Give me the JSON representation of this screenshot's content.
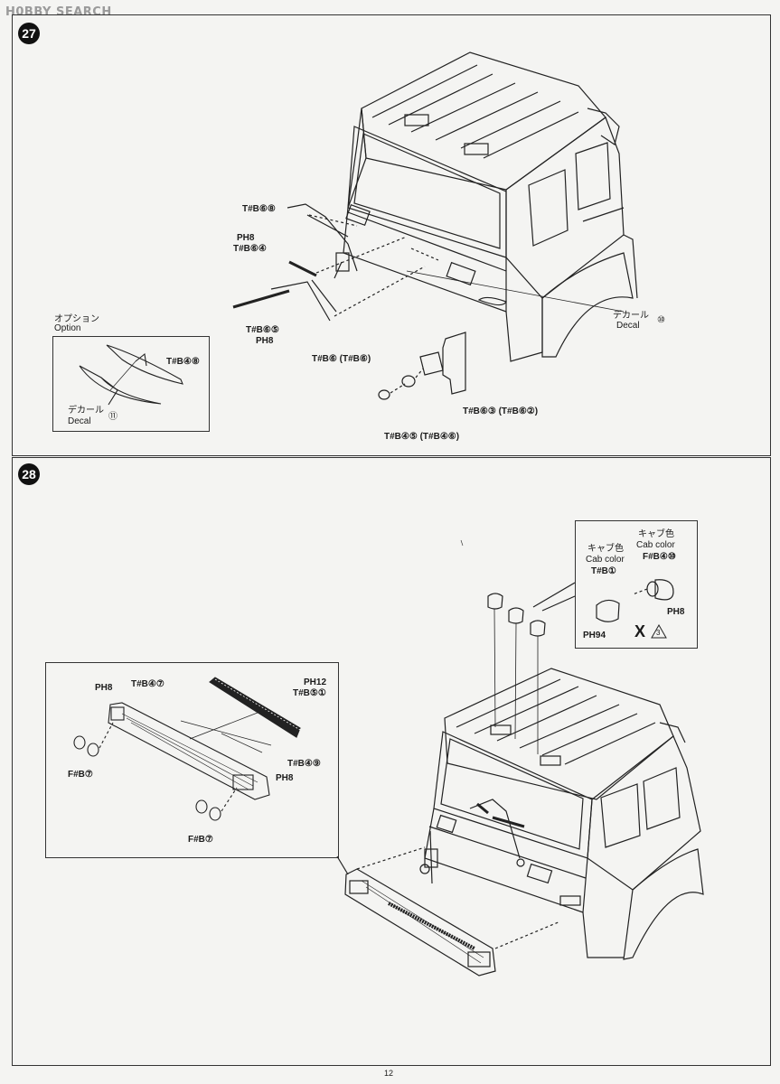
{
  "watermark": "H0BBY SEARCH",
  "page_number": "12",
  "step27": {
    "number": "27",
    "labels": {
      "tb68": "T#B⑥⑧",
      "ph8_a": "PH8",
      "tb64": "T#B⑥④",
      "tb65": "T#B⑥⑤",
      "ph8_b": "PH8",
      "decal_jp": "デカール",
      "decal_en": "Decal",
      "decal_num": "⑩",
      "tb6": "T#B⑥ (T#B⑥)",
      "tb63": "T#B⑥③ (T#B⑥②)",
      "tb45": "T#B④⑤ (T#B④⑥)"
    },
    "option": {
      "title_jp": "オプション",
      "title_en": "Option",
      "tb48": "T#B④⑧",
      "decal_jp": "デカール",
      "decal_en": "Decal",
      "decal_num": "⑪"
    }
  },
  "step28": {
    "number": "28",
    "inset_labels": {
      "ph8_a": "PH8",
      "tb47": "T#B④⑦",
      "ph12": "PH12",
      "tb51": "T#B⑤①",
      "tb49": "T#B④⑨",
      "ph8_b": "PH8",
      "fb7_a": "F#B⑦",
      "fb7_b": "F#B⑦"
    },
    "marker_box": {
      "cab_color_jp_1": "キャブ色",
      "cab_color_en_1": "Cab color",
      "fb40": "F#B④⑩",
      "cab_color_jp_2": "キャブ色",
      "cab_color_en_2": "Cab color",
      "tb1": "T#B①",
      "ph94": "PH94",
      "ph8": "PH8",
      "qty": "X",
      "qty_num": "3"
    }
  }
}
